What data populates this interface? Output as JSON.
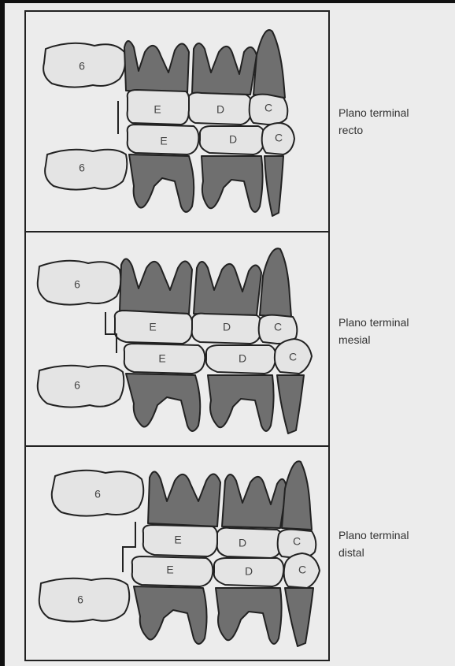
{
  "panels": [
    {
      "id": "recto",
      "caption_line1": "Plano terminal",
      "caption_line2": "recto",
      "labels": {
        "upper_6": "6",
        "lower_6": "6",
        "upper_E": "E",
        "upper_D": "D",
        "upper_C": "C",
        "lower_E": "E",
        "lower_D": "D",
        "lower_C": "C"
      }
    },
    {
      "id": "mesial",
      "caption_line1": "Plano terminal",
      "caption_line2": "mesial",
      "labels": {
        "upper_6": "6",
        "lower_6": "6",
        "upper_E": "E",
        "upper_D": "D",
        "upper_C": "C",
        "lower_E": "E",
        "lower_D": "D",
        "lower_C": "C"
      }
    },
    {
      "id": "distal",
      "caption_line1": "Plano terminal",
      "caption_line2": "distal",
      "labels": {
        "upper_6": "6",
        "lower_6": "6",
        "upper_E": "E",
        "upper_D": "D",
        "upper_C": "C",
        "lower_E": "E",
        "lower_D": "D",
        "lower_C": "C"
      }
    }
  ],
  "colors": {
    "crown": "#e4e4e4",
    "root": "#6f6f6f",
    "outline": "#222222",
    "background": "#ececec"
  }
}
